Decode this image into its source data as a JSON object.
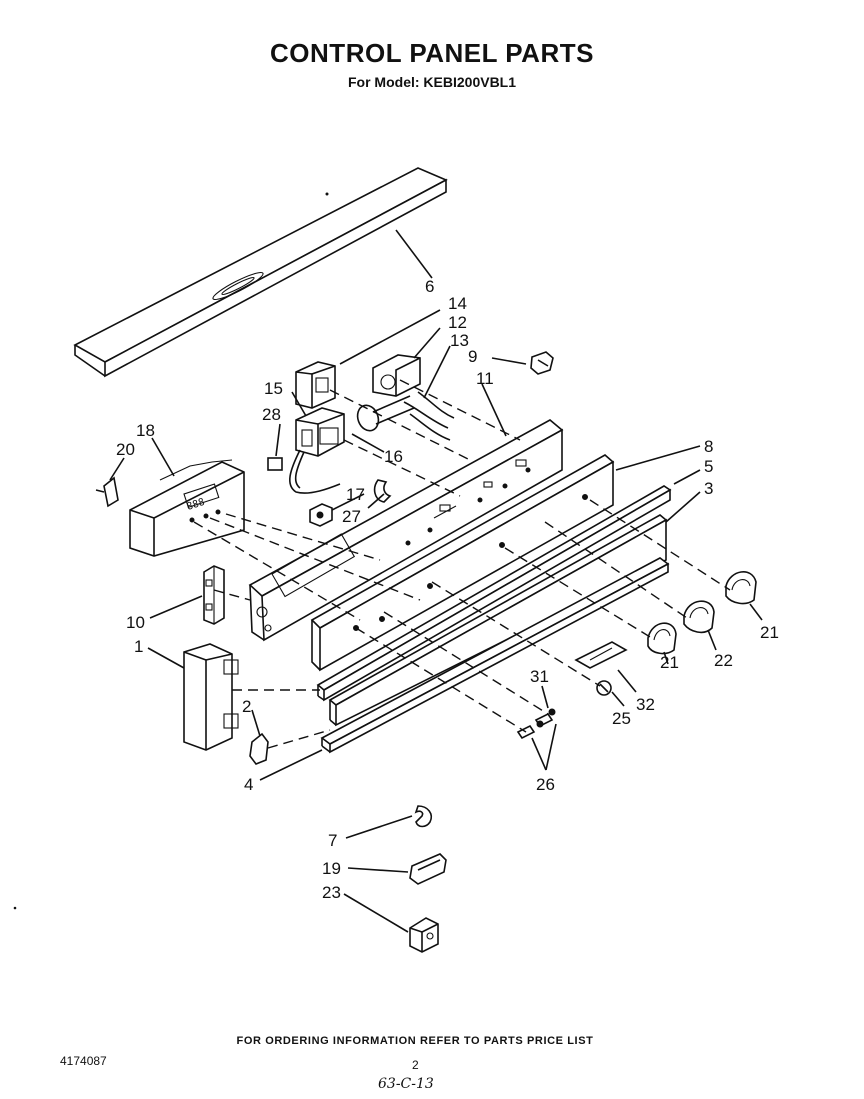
{
  "header": {
    "title": "CONTROL PANEL PARTS",
    "subtitle": "For Model: KEBI200VBL1"
  },
  "callouts": {
    "c1": "1",
    "c2": "2",
    "c3": "3",
    "c4": "4",
    "c5": "5",
    "c6": "6",
    "c7": "7",
    "c8": "8",
    "c9": "9",
    "c10": "10",
    "c11": "11",
    "c12": "12",
    "c13": "13",
    "c14": "14",
    "c15": "15",
    "c16": "16",
    "c17": "17",
    "c18": "18",
    "c19": "19",
    "c20": "20",
    "c21a": "21",
    "c21b": "21",
    "c22": "22",
    "c23": "23",
    "c25": "25",
    "c26": "26",
    "c27": "27",
    "c28": "28",
    "c31": "31",
    "c32": "32"
  },
  "footer": {
    "ordering_note": "FOR ORDERING INFORMATION REFER TO PARTS PRICE LIST",
    "doc_number": "4174087",
    "page_number": "2",
    "handwritten_note": "63-C-13"
  }
}
